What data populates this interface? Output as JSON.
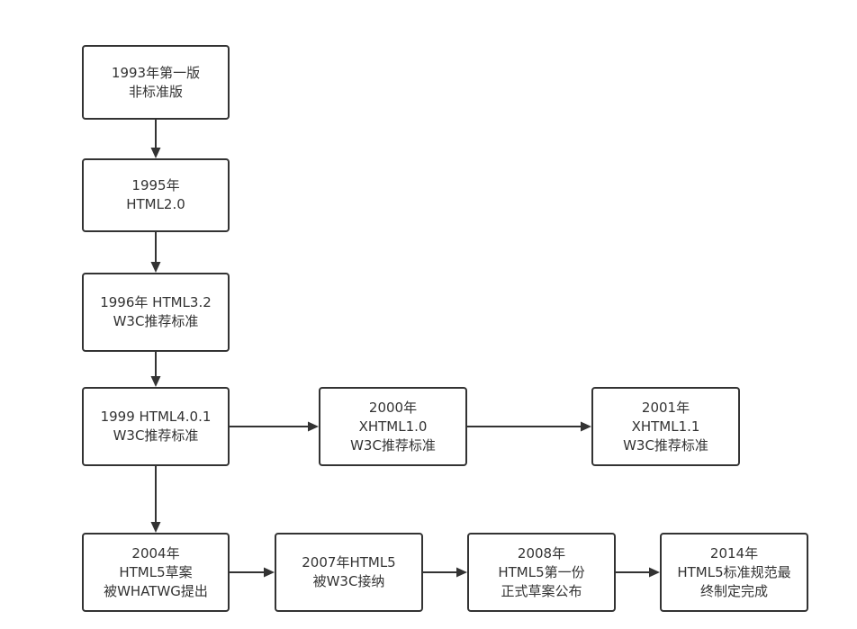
{
  "colors": {
    "stroke": "#333333",
    "fill": "#ffffff",
    "text": "#333333"
  },
  "nodes": [
    {
      "lines": [
        "1993年第一版",
        "非标准版"
      ]
    },
    {
      "lines": [
        "1995年",
        "HTML2.0"
      ]
    },
    {
      "lines": [
        "1996年 HTML3.2",
        "W3C推荐标准"
      ]
    },
    {
      "lines": [
        "1999 HTML4.0.1",
        "W3C推荐标准"
      ]
    },
    {
      "lines": [
        "2000年",
        "XHTML1.0",
        "W3C推荐标准"
      ]
    },
    {
      "lines": [
        "2001年",
        "XHTML1.1",
        "W3C推荐标准"
      ]
    },
    {
      "lines": [
        "2004年",
        "HTML5草案",
        "被WHATWG提出"
      ]
    },
    {
      "lines": [
        "2007年HTML5",
        "被W3C接纳"
      ]
    },
    {
      "lines": [
        "2008年",
        "HTML5第一份",
        "正式草案公布"
      ]
    },
    {
      "lines": [
        "2014年",
        "HTML5标准规范最",
        "终制定完成"
      ]
    }
  ]
}
